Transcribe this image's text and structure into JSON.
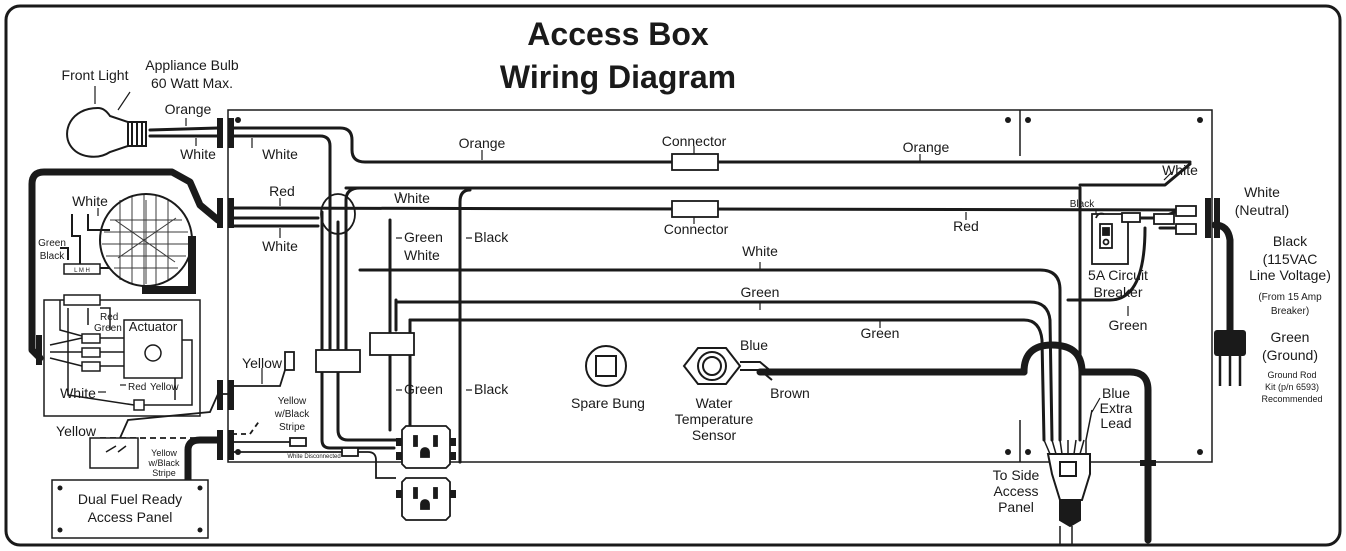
{
  "title": {
    "line1": "Access Box",
    "line2": "Wiring Diagram"
  },
  "labels": {
    "front_light": "Front Light",
    "appliance_bulb_1": "Appliance Bulb",
    "appliance_bulb_2": "60 Watt Max.",
    "bulb_orange": "Orange",
    "bulb_white": "White",
    "top_white": "White",
    "top_orange": "Orange",
    "connector_top": "Connector",
    "top_orange_right": "Orange",
    "red_left": "Red",
    "white_left2": "White",
    "white_mid": "White",
    "connector_mid": "Connector",
    "red_right": "Red",
    "white_right": "White",
    "black_small": "Black",
    "white_neutral_1": "White",
    "white_neutral_2": "(Neutral)",
    "black_line_1": "Black",
    "black_line_2": "(115VAC",
    "black_line_3": "Line Voltage)",
    "from_breaker_1": "(From 15 Amp",
    "from_breaker_2": "Breaker)",
    "green_ground_1": "Green",
    "green_ground_2": "(Ground)",
    "ground_rod_1": "Ground Rod",
    "ground_rod_2": "Kit (p/n 6593)",
    "ground_rod_3": "Recommended",
    "breaker_1": "5A Circuit",
    "breaker_2": "Breaker",
    "green_breaker": "Green",
    "fan_white": "White",
    "fan_green": "Green",
    "fan_black": "Black",
    "green_vert": "Green",
    "white_vert": "White",
    "black_vert": "Black",
    "white_long": "White",
    "green_long1": "Green",
    "green_long2": "Green",
    "act_red": "Red",
    "act_green": "Green",
    "actuator": "Actuator",
    "act_red2": "Red",
    "act_yellow": "Yellow",
    "act_white": "White",
    "yellow_top": "Yellow",
    "yellow_stripe_1": "Yellow",
    "yellow_stripe_2": "w/Black",
    "yellow_stripe_3": "Stripe",
    "yellow_left": "Yellow",
    "yellow_stripe_small_1": "Yellow",
    "yellow_stripe_small_2": "w/Black",
    "yellow_stripe_small_3": "Stripe",
    "white_disconnected": "White Disconnected",
    "green_low": "Green",
    "black_low": "Black",
    "spare_bung": "Spare Bung",
    "blue": "Blue",
    "brown": "Brown",
    "water_temp_1": "Water",
    "water_temp_2": "Temperature",
    "water_temp_3": "Sensor",
    "blue_extra_1": "Blue",
    "blue_extra_2": "Extra",
    "blue_extra_3": "Lead",
    "side_panel_1": "To Side",
    "side_panel_2": "Access",
    "side_panel_3": "Panel",
    "dual_fuel_1": "Dual Fuel Ready",
    "dual_fuel_2": "Access Panel",
    "switch_letters": "L M H"
  }
}
